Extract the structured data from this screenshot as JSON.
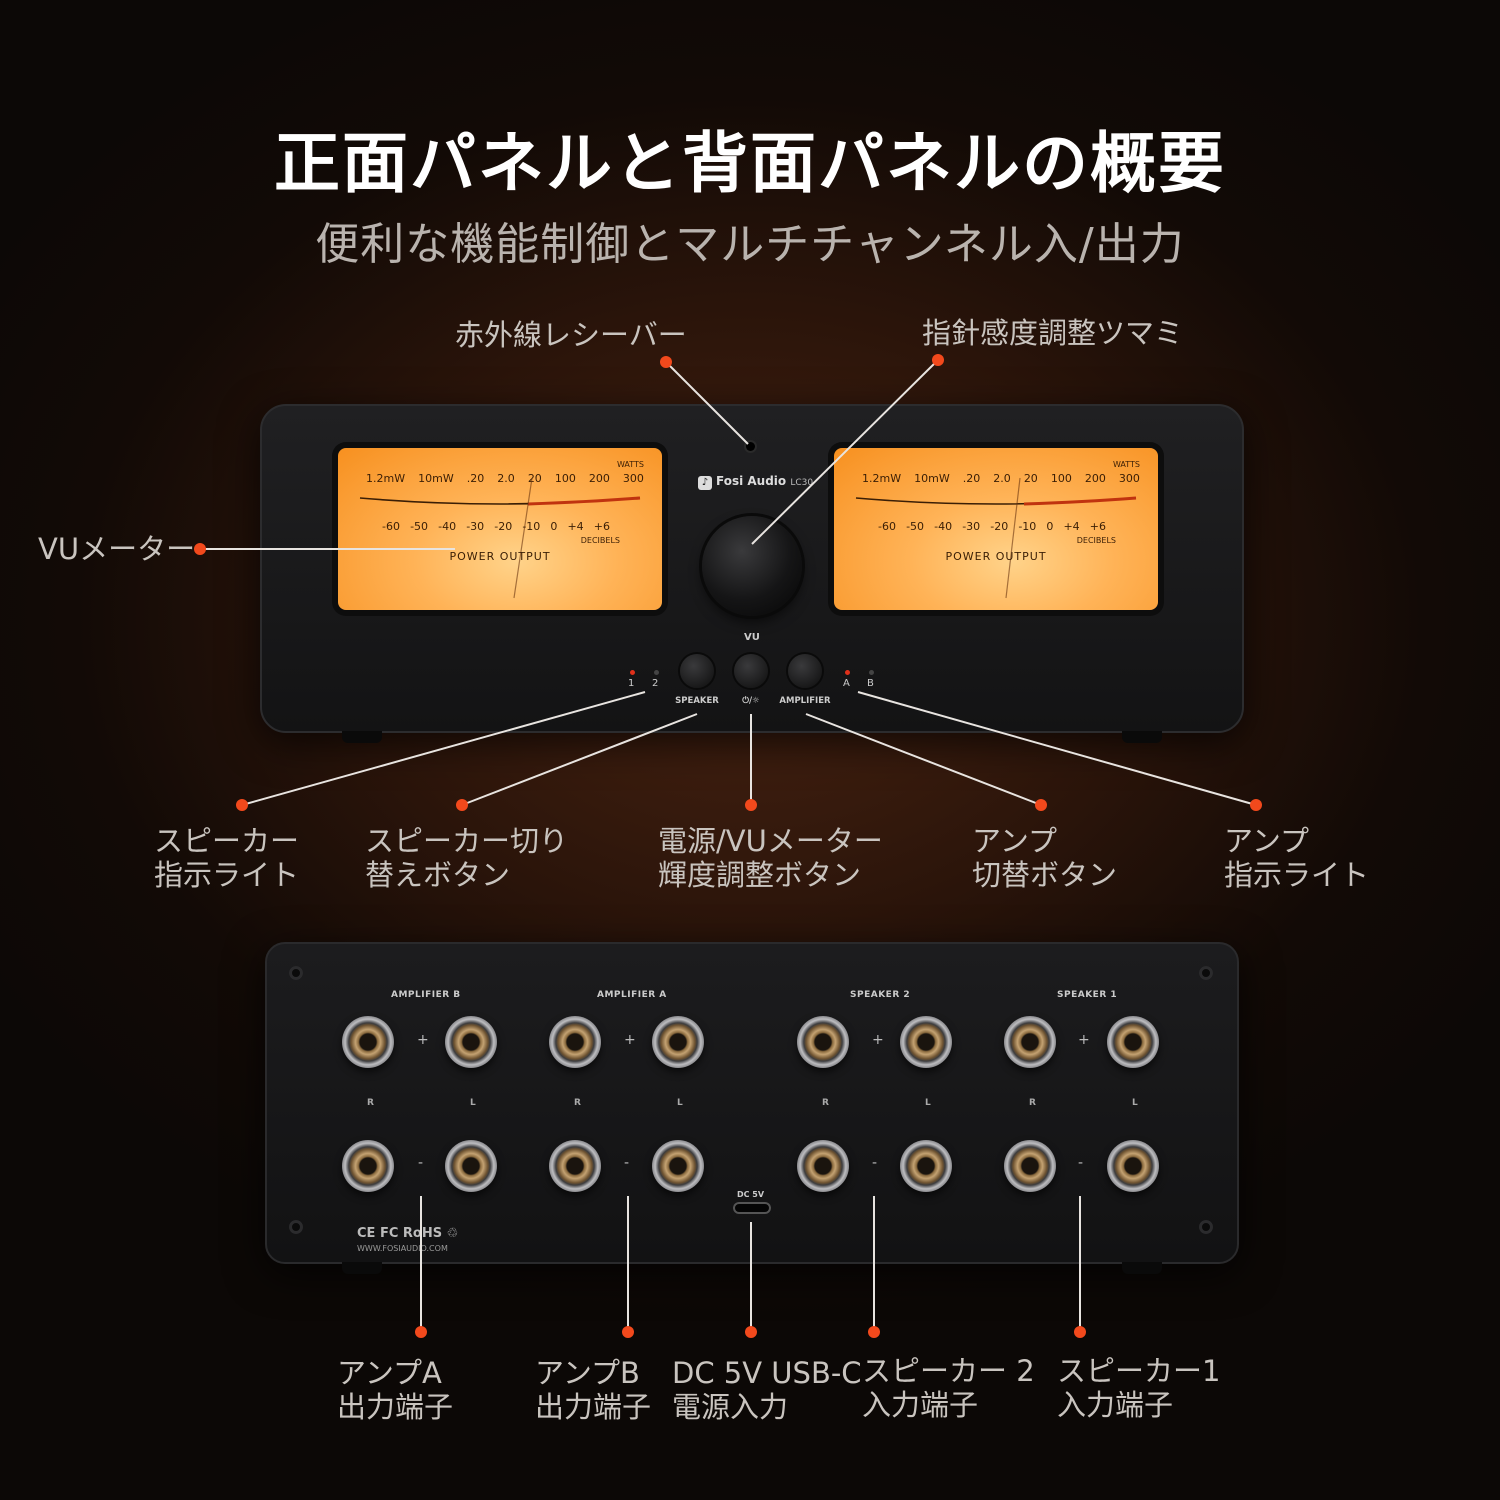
{
  "header": {
    "title": "正面パネルと背面パネルの概要",
    "subtitle": "便利な機能制御とマルチチャンネル入/出力"
  },
  "front_panel": {
    "brand": "Fosi Audio",
    "model": "LC30",
    "meter": {
      "watts_label": "WATTS",
      "top_scale": [
        "1.2mW",
        "10mW",
        ".20",
        "2.0",
        "20",
        "100",
        "200",
        "300"
      ],
      "bottom_scale": [
        "-60",
        "-50",
        "-40",
        "-30",
        "-20",
        "-10",
        "0",
        "+4",
        "+6"
      ],
      "decibels_label": "DECIBELS",
      "power_output": "POWER  OUTPUT"
    },
    "vu_label": "VU",
    "buttons": {
      "speaker": "SPEAKER",
      "power": "⏻/☼",
      "amplifier": "AMPLIFIER"
    },
    "leds": {
      "s1": "1",
      "s2": "2",
      "a": "A",
      "b": "B"
    }
  },
  "front_callouts": {
    "ir": "赤外線レシーバー",
    "knob": "指針感度調整ツマミ",
    "vu": "VUメーター",
    "speaker_light": [
      "スピーカー",
      "指示ライト"
    ],
    "speaker_switch": [
      "スピーカー切り",
      "替えボタン"
    ],
    "power_button": [
      "電源/VUメーター",
      "輝度調整ボタン"
    ],
    "amp_switch": [
      "アンプ",
      "切替ボタン"
    ],
    "amp_light": [
      "アンプ",
      "指示ライト"
    ]
  },
  "back_panel": {
    "groups": [
      "AMPLIFIER  B",
      "AMPLIFIER  A",
      "SPEAKER 2",
      "SPEAKER 1"
    ],
    "plus": "+",
    "minus": "-",
    "r": "R",
    "l": "L",
    "dc_label": "DC 5V",
    "certs": "CE FC RoHS ♲",
    "website": "WWW.FOSIAUDIO.COM"
  },
  "back_callouts": {
    "amp_a": [
      "アンプA",
      "出力端子"
    ],
    "amp_b": [
      "アンプB",
      "出力端子"
    ],
    "dc": [
      "DC 5V USB-C",
      "電源入力"
    ],
    "spk2": [
      "スピーカー 2",
      "入力端子"
    ],
    "spk1": [
      "スピーカー1",
      "入力端子"
    ]
  },
  "colors": {
    "accent": "#f2491c",
    "meter": "#ffb357",
    "label": "#c9c4bf"
  }
}
